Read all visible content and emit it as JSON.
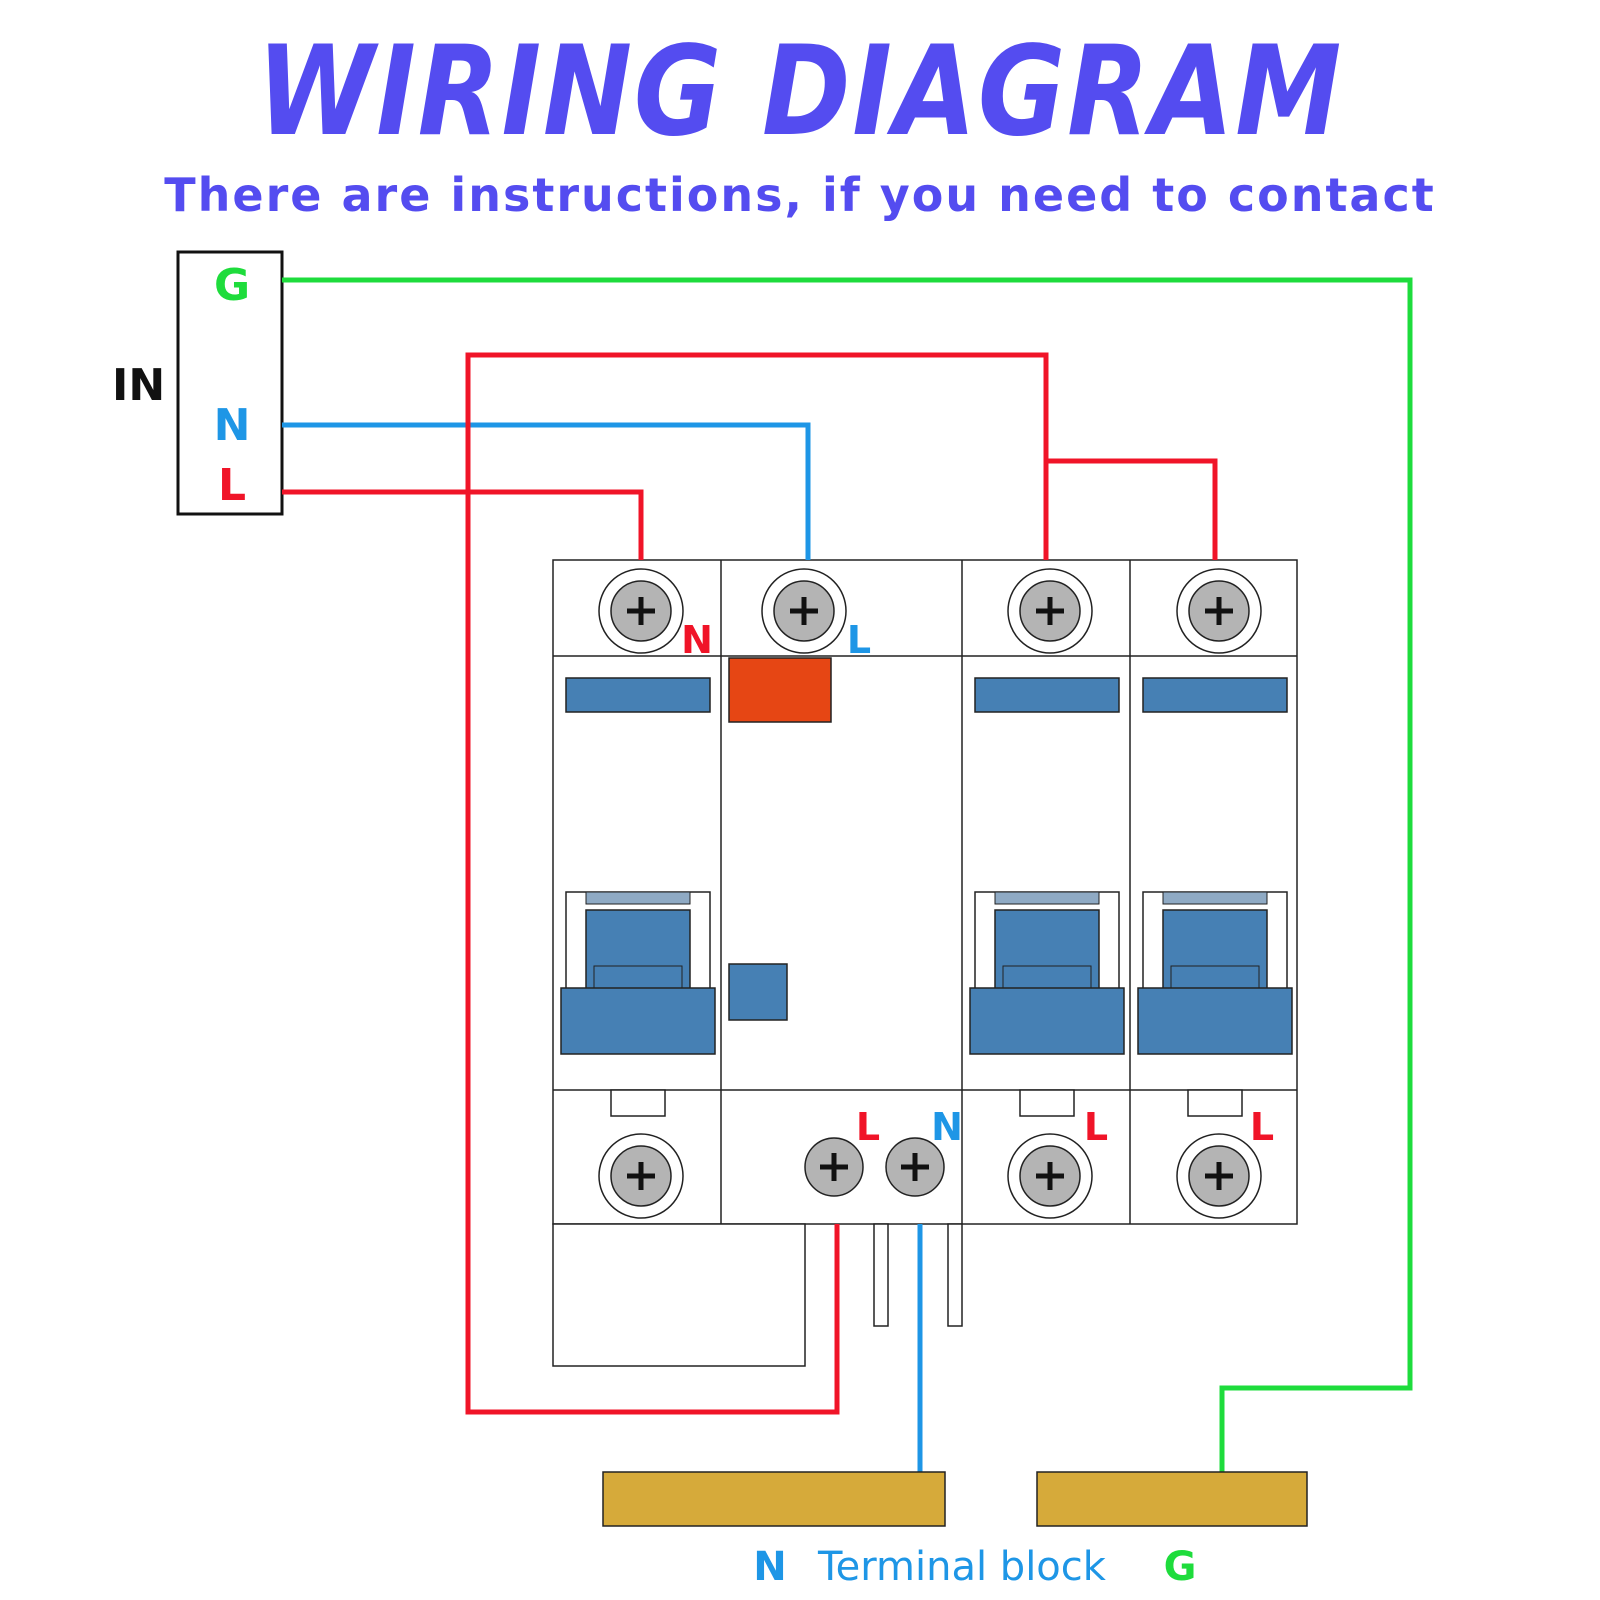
{
  "header": {
    "title": "WIRING DIAGRAM",
    "subtitle": "There are instructions, if you need to contact"
  },
  "input": {
    "label": "IN",
    "g": "G",
    "n": "N",
    "l": "L"
  },
  "breaker": {
    "top_n": "N",
    "top_l": "L",
    "bottom_l": "L",
    "bottom_n": "N",
    "mcb2_l": "L",
    "mcb3_l": "L"
  },
  "terminal": {
    "n": "N",
    "label": "Terminal block",
    "g": "G"
  },
  "colors": {
    "title": "#544cf0",
    "green": "#1edc3c",
    "blue": "#1e96e6",
    "red": "#f01428",
    "breaker_blue": "#4680b4",
    "test_orange": "#e64614",
    "terminal_gold": "#d6aa3a",
    "screw_gray": "#b4b4b4"
  },
  "icons": [
    "screw-terminal-icon"
  ]
}
